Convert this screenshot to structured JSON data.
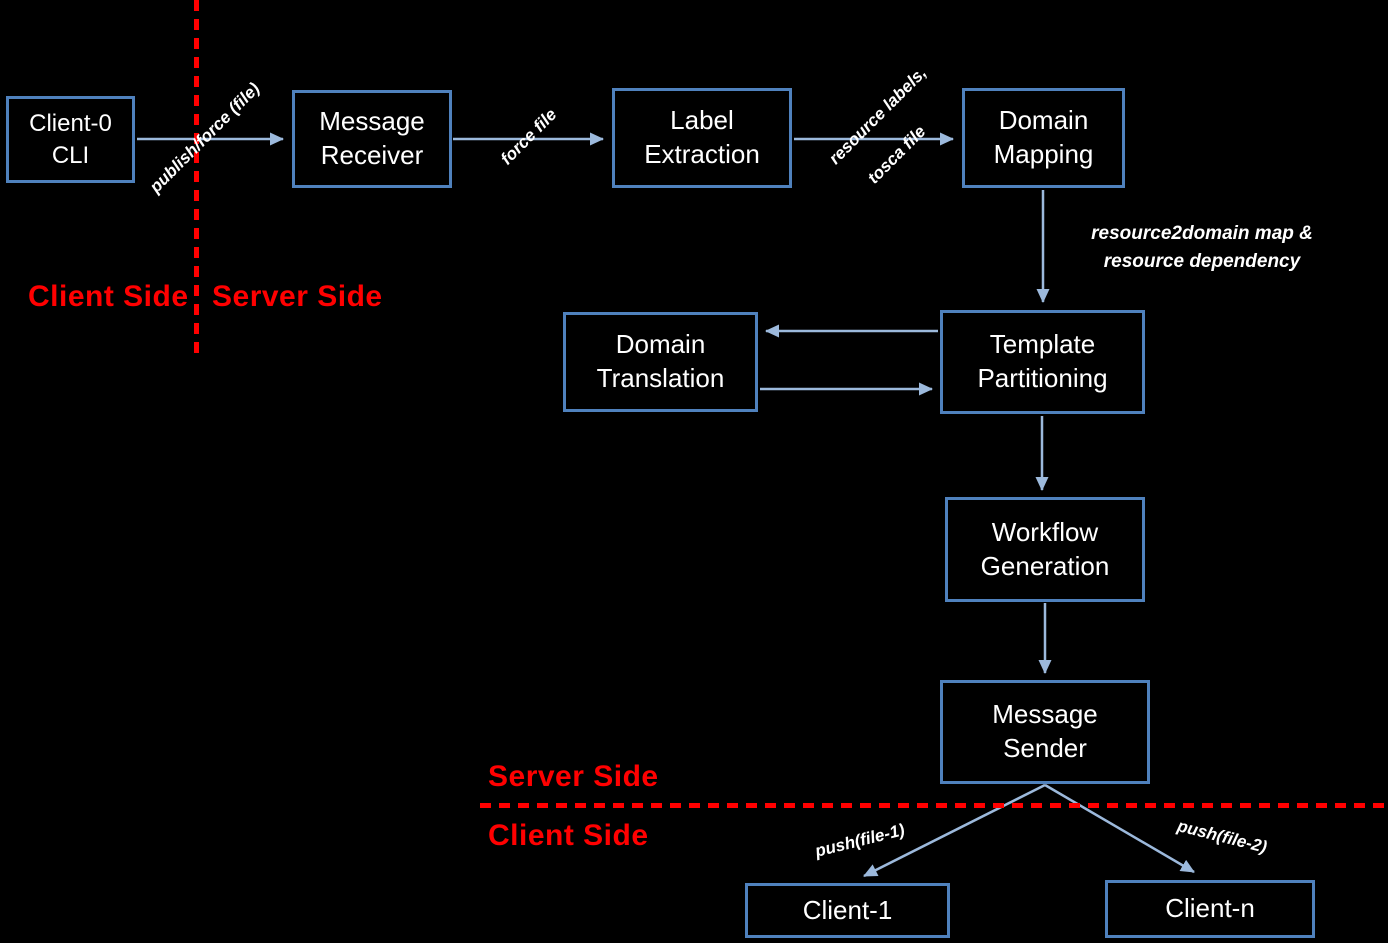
{
  "nodes": {
    "client0": "Client-0\nCLI",
    "message_receiver": "Message\nReceiver",
    "label_extraction": "Label\nExtraction",
    "domain_mapping": "Domain\nMapping",
    "domain_translation": "Domain\nTranslation",
    "template_partitioning": "Template\nPartitioning",
    "workflow_generation": "Workflow\nGeneration",
    "message_sender": "Message\nSender",
    "client_1": "Client-1",
    "client_n": "Client-n"
  },
  "edges": {
    "publish": "publish/force (file)",
    "force_file": "force file",
    "resource_labels": "resource labels,",
    "tosca_file": "tosca file",
    "resource2domain": "resource2domain map &\nresource dependency",
    "push_1": "push(file-1)",
    "push_2": "push(file-2)"
  },
  "regions": {
    "client_side_top": "Client Side",
    "server_side_top": "Server Side",
    "server_side_bottom": "Server Side",
    "client_side_bottom": "Client Side"
  },
  "colors": {
    "background": "#000000",
    "box_border": "#4f81bd",
    "arrow": "#9cb9dc",
    "divider": "#ff0000",
    "text": "#ffffff"
  }
}
